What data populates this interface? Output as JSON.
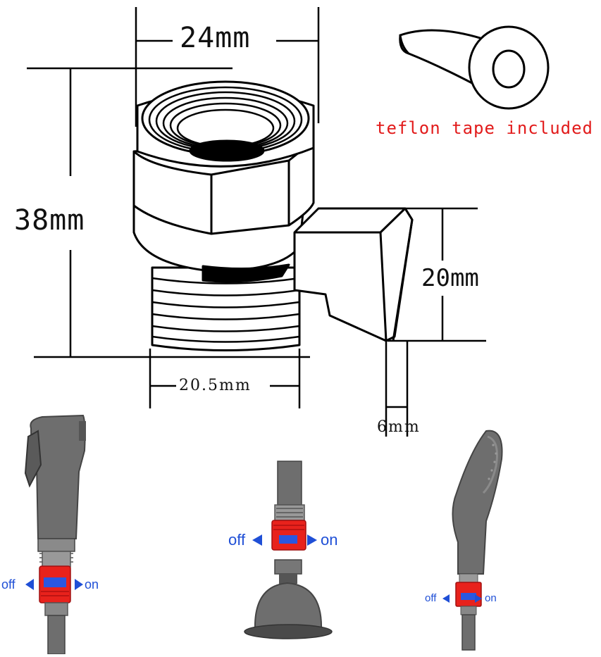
{
  "dimensions": {
    "top_width": "24mm",
    "height": "38mm",
    "handle_height": "20mm",
    "thread_width": "20.5mm",
    "handle_thickness": "6mm"
  },
  "accessory_note": "teflon tape included",
  "valve_labels": {
    "bidet_sprayer": {
      "off": "off",
      "on": "on"
    },
    "shower_head": {
      "off": "off",
      "on": "on"
    },
    "hand_shower": {
      "off": "off",
      "on": "on"
    }
  },
  "colors": {
    "valve_body": "#e8221c",
    "valve_arrow": "#1f4fd6",
    "note_text": "#e21b1b",
    "fixture_gray": "#6e6e6e",
    "line_art": "#000000"
  }
}
